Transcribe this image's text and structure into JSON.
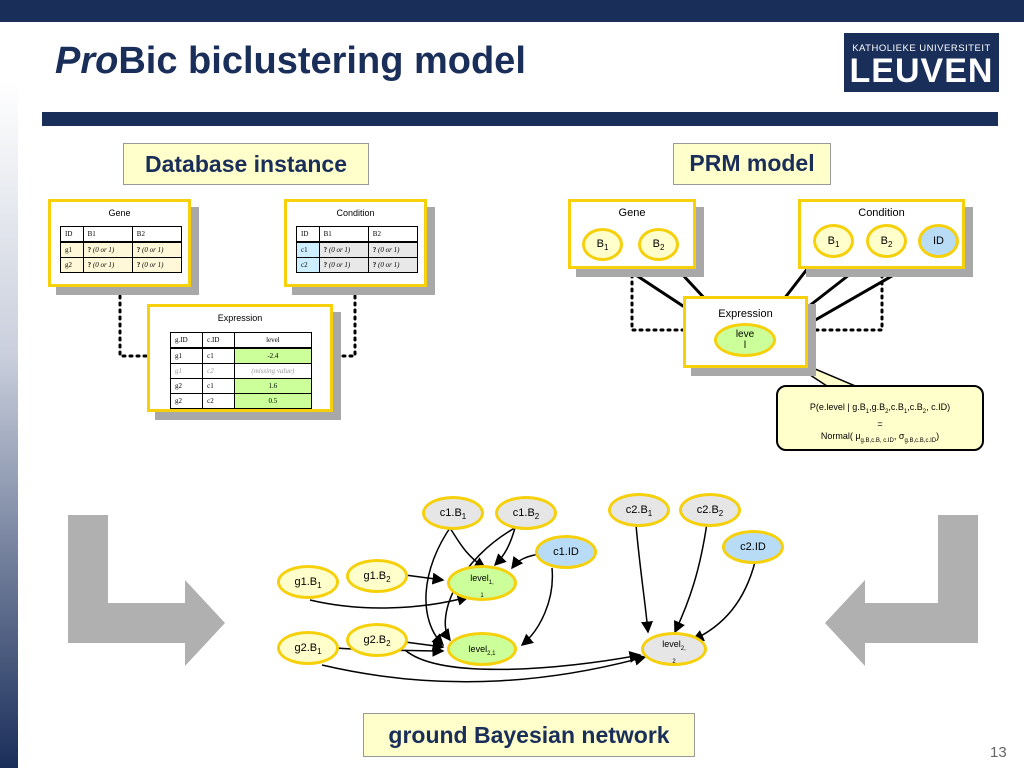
{
  "title": {
    "italic": "Pro",
    "rest": "Bic biclustering model"
  },
  "logo": {
    "line1": "KATHOLIEKE UNIVERSITEIT",
    "line2": "LEUVEN"
  },
  "labels": {
    "database": "Database instance",
    "prm": "PRM model",
    "ground": "ground Bayesian network"
  },
  "db": {
    "gene": {
      "caption": "Gene",
      "header": [
        "ID",
        "B1",
        "B2"
      ],
      "rows": [
        [
          "g1",
          "?",
          "(0 or 1)",
          "?",
          "(0 or 1)"
        ],
        [
          "g2",
          "?",
          "(0 or 1)",
          "?",
          "(0 or 1)"
        ]
      ]
    },
    "condition": {
      "caption": "Condition",
      "header": [
        "ID",
        "B1",
        "B2"
      ],
      "rows": [
        [
          "c1",
          "?",
          "(0 or 1)",
          "?",
          "(0 or 1)"
        ],
        [
          "c2",
          "?",
          "(0 or 1)",
          "?",
          "(0 or 1)"
        ]
      ]
    },
    "expression": {
      "caption": "Expression",
      "header": [
        "g.ID",
        "c.ID",
        "level"
      ],
      "rows": [
        [
          "g1",
          "c1",
          "-2.4"
        ],
        [
          "g1",
          "c2",
          "(missing value)"
        ],
        [
          "g2",
          "c1",
          "1.6"
        ],
        [
          "g2",
          "c2",
          "0.5"
        ]
      ]
    }
  },
  "prm": {
    "gene": {
      "caption": "Gene",
      "b1": "B",
      "b1sub": "1",
      "b2": "B",
      "b2sub": "2"
    },
    "condition": {
      "caption": "Condition",
      "b1": "B",
      "b1sub": "1",
      "b2": "B",
      "b2sub": "2",
      "id": "ID"
    },
    "expression": {
      "caption": "Expression",
      "level1": "leve",
      "level2": "l"
    },
    "formula": {
      "line1": "P(e.level | g.B",
      "line1_s1": "1",
      "line1_b": ",g.B",
      "line1_s2": "2",
      "line1_c": ",c.B",
      "line1_s3": "1",
      "line1_d": ",c.B",
      "line1_s4": "2",
      "line1_e": ", c.ID)",
      "line2": "=",
      "line3_a": "Normal( μ",
      "line3_sub1": "g.B,c.B, c.ID",
      "line3_b": ", σ",
      "line3_sub2": "g.B,c.B,c.ID",
      "line3_c": ")"
    }
  },
  "gbn": {
    "c1b1": {
      "t": "c1.B",
      "s": "1"
    },
    "c1b2": {
      "t": "c1.B",
      "s": "2"
    },
    "c1id": {
      "t": "c1.ID"
    },
    "c2b1": {
      "t": "c2.B",
      "s": "1"
    },
    "c2b2": {
      "t": "c2.B",
      "s": "2"
    },
    "c2id": {
      "t": "c2.ID"
    },
    "g1b1": {
      "t": "g1.B",
      "s": "1"
    },
    "g1b2": {
      "t": "g1.B",
      "s": "2"
    },
    "g2b1": {
      "t": "g2.B",
      "s": "1"
    },
    "g2b2": {
      "t": "g2.B",
      "s": "2"
    },
    "level11": {
      "t": "level",
      "s": "1,",
      "s2": "1"
    },
    "level21": {
      "t": "level",
      "s": "2,1"
    },
    "level22": {
      "t": "level",
      "s": "2,",
      "s2": "2"
    }
  },
  "page_number": "13",
  "colors": {
    "navy": "#1a2e5a",
    "yellow": "#f5d00b",
    "note": "#ffffcc",
    "cyan": "#cceeff",
    "green": "#ccff99",
    "arrow_grey": "#b0b0b0"
  }
}
